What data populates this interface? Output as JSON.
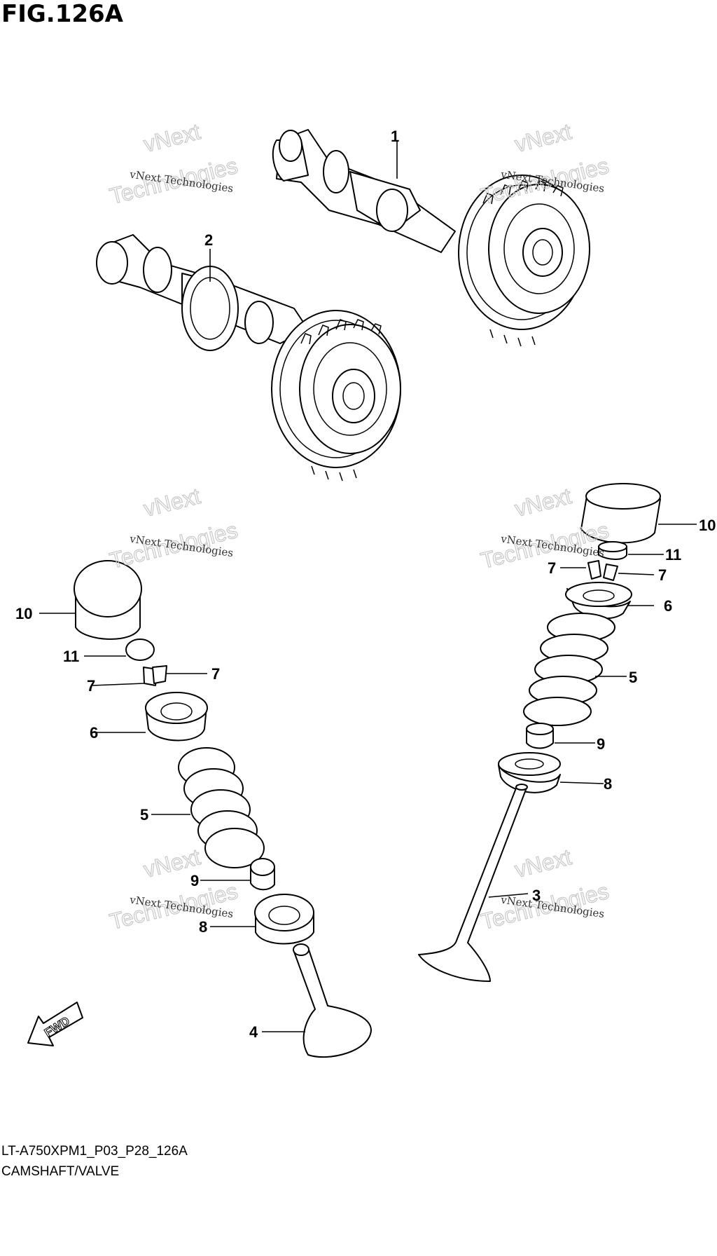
{
  "figure": {
    "title": "FIG.126A",
    "drawing_code": "LT-A750XPM1_P03_P28_126A",
    "caption": "CAMSHAFT/VALVE"
  },
  "callouts": [
    {
      "id": "c1",
      "text": "1"
    },
    {
      "id": "c2",
      "text": "2"
    },
    {
      "id": "c10r",
      "text": "10"
    },
    {
      "id": "c11r",
      "text": "11"
    },
    {
      "id": "c7ra",
      "text": "7"
    },
    {
      "id": "c7rb",
      "text": "7"
    },
    {
      "id": "c6r",
      "text": "6"
    },
    {
      "id": "c5r",
      "text": "5"
    },
    {
      "id": "c9r",
      "text": "9"
    },
    {
      "id": "c8r",
      "text": "8"
    },
    {
      "id": "c3",
      "text": "3"
    },
    {
      "id": "c10l",
      "text": "10"
    },
    {
      "id": "c11l",
      "text": "11"
    },
    {
      "id": "c7la",
      "text": "7"
    },
    {
      "id": "c7lb",
      "text": "7"
    },
    {
      "id": "c6l",
      "text": "6"
    },
    {
      "id": "c5l",
      "text": "5"
    },
    {
      "id": "c9l",
      "text": "9"
    },
    {
      "id": "c8l",
      "text": "8"
    },
    {
      "id": "c4",
      "text": "4"
    }
  ],
  "fwd_marker": {
    "text": "FWD",
    "icon": "fwd-arrow-icon"
  },
  "watermark": {
    "line1": "vNext Technologies",
    "line2": "Technologies",
    "line3": "vNext"
  }
}
